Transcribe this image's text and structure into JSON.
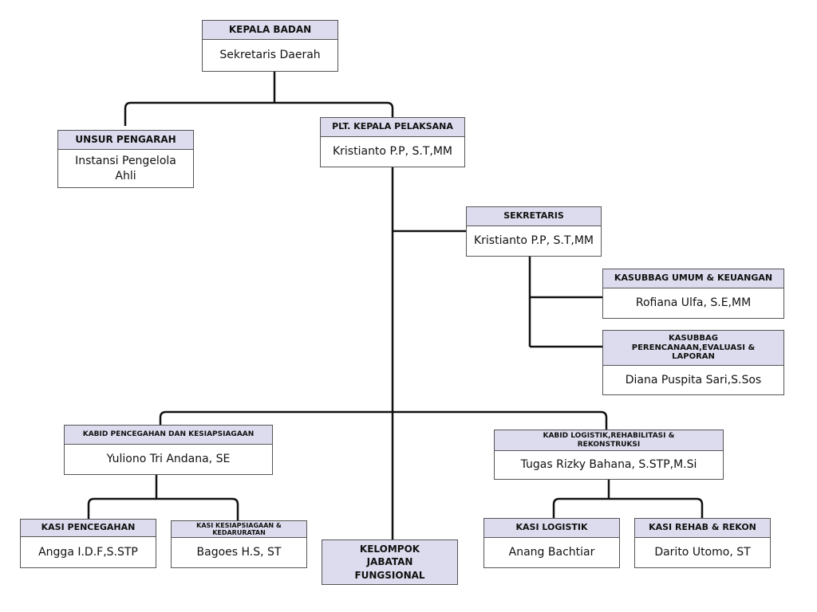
{
  "kepala_badan": {
    "title": "KEPALA BADAN",
    "name": "Sekretaris Daerah"
  },
  "unsur_pengarah": {
    "title": "UNSUR PENGARAH",
    "name": "Instansi Pengelola Ahli"
  },
  "plt_kepala_pelaksana": {
    "title": "PLT. KEPALA PELAKSANA",
    "name": "Kristianto P.P, S.T,MM"
  },
  "sekretaris": {
    "title": "SEKRETARIS",
    "name": "Kristianto P.P, S.T,MM"
  },
  "kasubbag_umum": {
    "title": "KASUBBAG UMUM & KEUANGAN",
    "name": "Rofiana Ulfa, S.E,MM"
  },
  "kasubbag_perencanaan": {
    "title": "KASUBBAG PERENCANAAN,EVALUASI & LAPORAN",
    "name": "Diana Puspita Sari,S.Sos"
  },
  "kabid_pencegahan": {
    "title": "KABID PENCEGAHAN DAN KESIAPSIAGAAN",
    "name": "Yuliono Tri Andana, SE"
  },
  "kabid_logistik": {
    "title": "KABID LOGISTIK,REHABILITASI & REKONSTRUKSI",
    "name": "Tugas Rizky Bahana, S.STP,M.Si"
  },
  "kasi_pencegahan": {
    "title": "KASI PENCEGAHAN",
    "name": "Angga I.D.F,S.STP"
  },
  "kasi_kesiapsiagaan": {
    "title": "KASI KESIAPSIAGAAN & KEDARURATAN",
    "name": "Bagoes H.S, ST"
  },
  "kelompok_jabatan_fungsional": {
    "title": "KELOMPOK JABATAN FUNGSIONAL"
  },
  "kasi_logistik": {
    "title": "KASI LOGISTIK",
    "name": "Anang Bachtiar"
  },
  "kasi_rehab": {
    "title": "KASI REHAB & REKON",
    "name": "Darito Utomo, ST"
  }
}
